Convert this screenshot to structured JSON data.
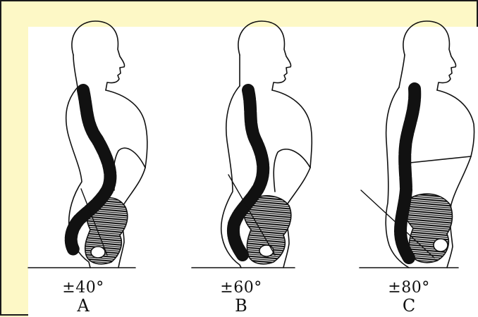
{
  "figures": [
    {
      "angle_label": "±40°",
      "letter": "A"
    },
    {
      "angle_label": "±60°",
      "letter": "B"
    },
    {
      "angle_label": "±80°",
      "letter": "C"
    }
  ],
  "colors": {
    "frame_background": "#fdf8c6",
    "panel_background": "#ffffff",
    "ink": "#111111"
  }
}
